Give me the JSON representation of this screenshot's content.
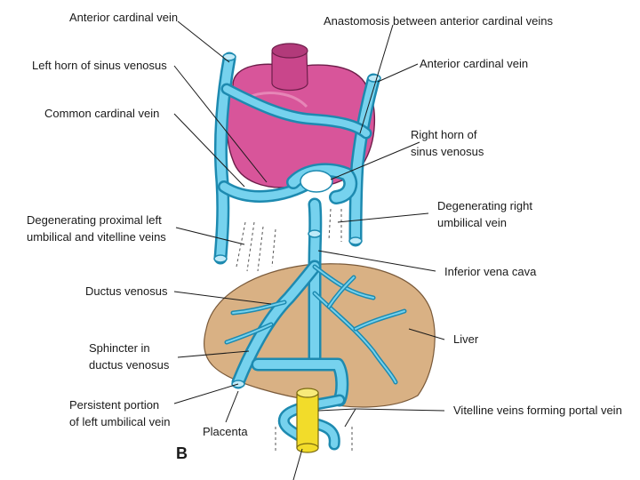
{
  "figure_letter": "B",
  "labels": {
    "anterior_cardinal_vein_left": "Anterior cardinal vein",
    "left_horn_sinus_venosus": "Left horn of sinus venosus",
    "common_cardinal_vein": "Common cardinal vein",
    "degenerating_left_1": "Degenerating proximal left",
    "degenerating_left_2": "umbilical and vitelline veins",
    "ductus_venosus": "Ductus venosus",
    "sphincter_1": "Sphincter in",
    "sphincter_2": "ductus venosus",
    "persistent_1": "Persistent portion",
    "persistent_2": "of left umbilical vein",
    "placenta": "Placenta",
    "anastomosis": "Anastomosis between anterior cardinal veins",
    "anterior_cardinal_vein_right": "Anterior cardinal vein",
    "right_horn_1": "Right horn of",
    "right_horn_2": "sinus venosus",
    "degenerating_right_1": "Degenerating right",
    "degenerating_right_2": "umbilical vein",
    "inferior_vena_cava": "Inferior vena cava",
    "liver": "Liver",
    "vitelline_portal": "Vitelline veins forming portal vein"
  },
  "colors": {
    "heart": "#d8559a",
    "liver": "#d9b184",
    "vein": "#5cc4e6",
    "gut": "#f2dc2a"
  }
}
